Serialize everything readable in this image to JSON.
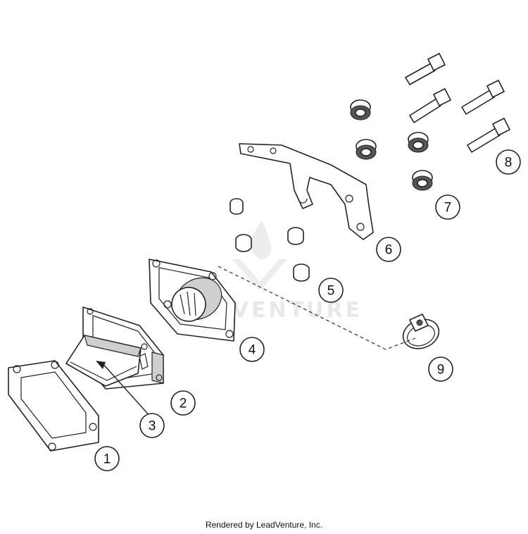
{
  "watermark": {
    "text": "LEADVENTURE"
  },
  "callouts": [
    "1",
    "2",
    "3",
    "4",
    "5",
    "6",
    "7",
    "8",
    "9"
  ],
  "footer": {
    "text": "Rendered by LeadVenture, Inc."
  }
}
